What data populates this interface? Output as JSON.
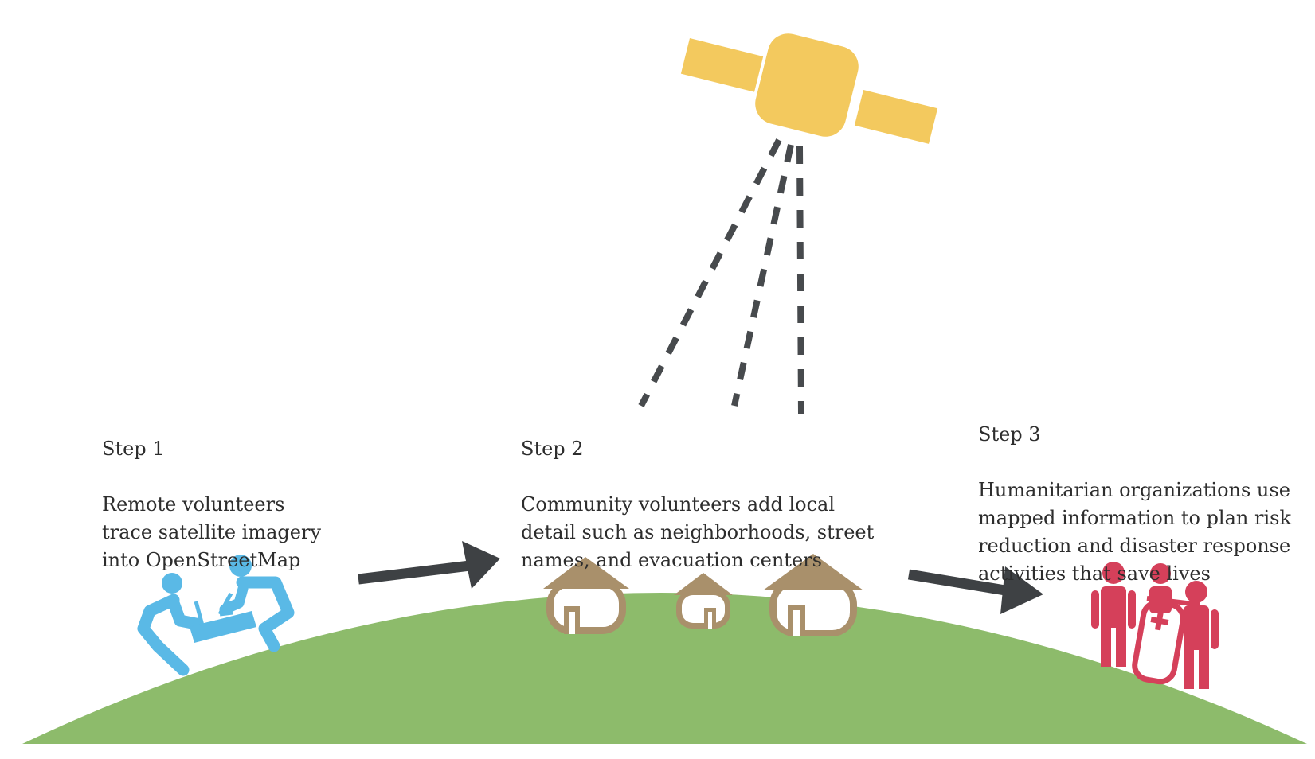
{
  "steps": [
    {
      "title": "Step 1",
      "text": "Remote volunteers\ntrace satellite imagery\ninto OpenStreetMap"
    },
    {
      "title": "Step 2",
      "text": "Community volunteers add local\ndetail such as neighborhoods, street\nnames, and evacuation centers"
    },
    {
      "title": "Step 3",
      "text": "Humanitarian organizations use\nmapped information to plan risk\nreduction and disaster response\nactivities that save lives"
    }
  ],
  "colors": {
    "ground": "#8dbb6b",
    "satellite": "#f3c95e",
    "signal": "#474a4d",
    "arrow": "#3e4144",
    "volunteers": "#5ab9e6",
    "hut_roof": "#a9906b",
    "hut_wall": "#ffffff",
    "responders": "#d5405a"
  },
  "icons": {
    "satellite": "satellite-icon",
    "remote_volunteers": "remote-volunteers-icon",
    "huts": "huts-icon",
    "responders": "humanitarian-responders-icon"
  }
}
